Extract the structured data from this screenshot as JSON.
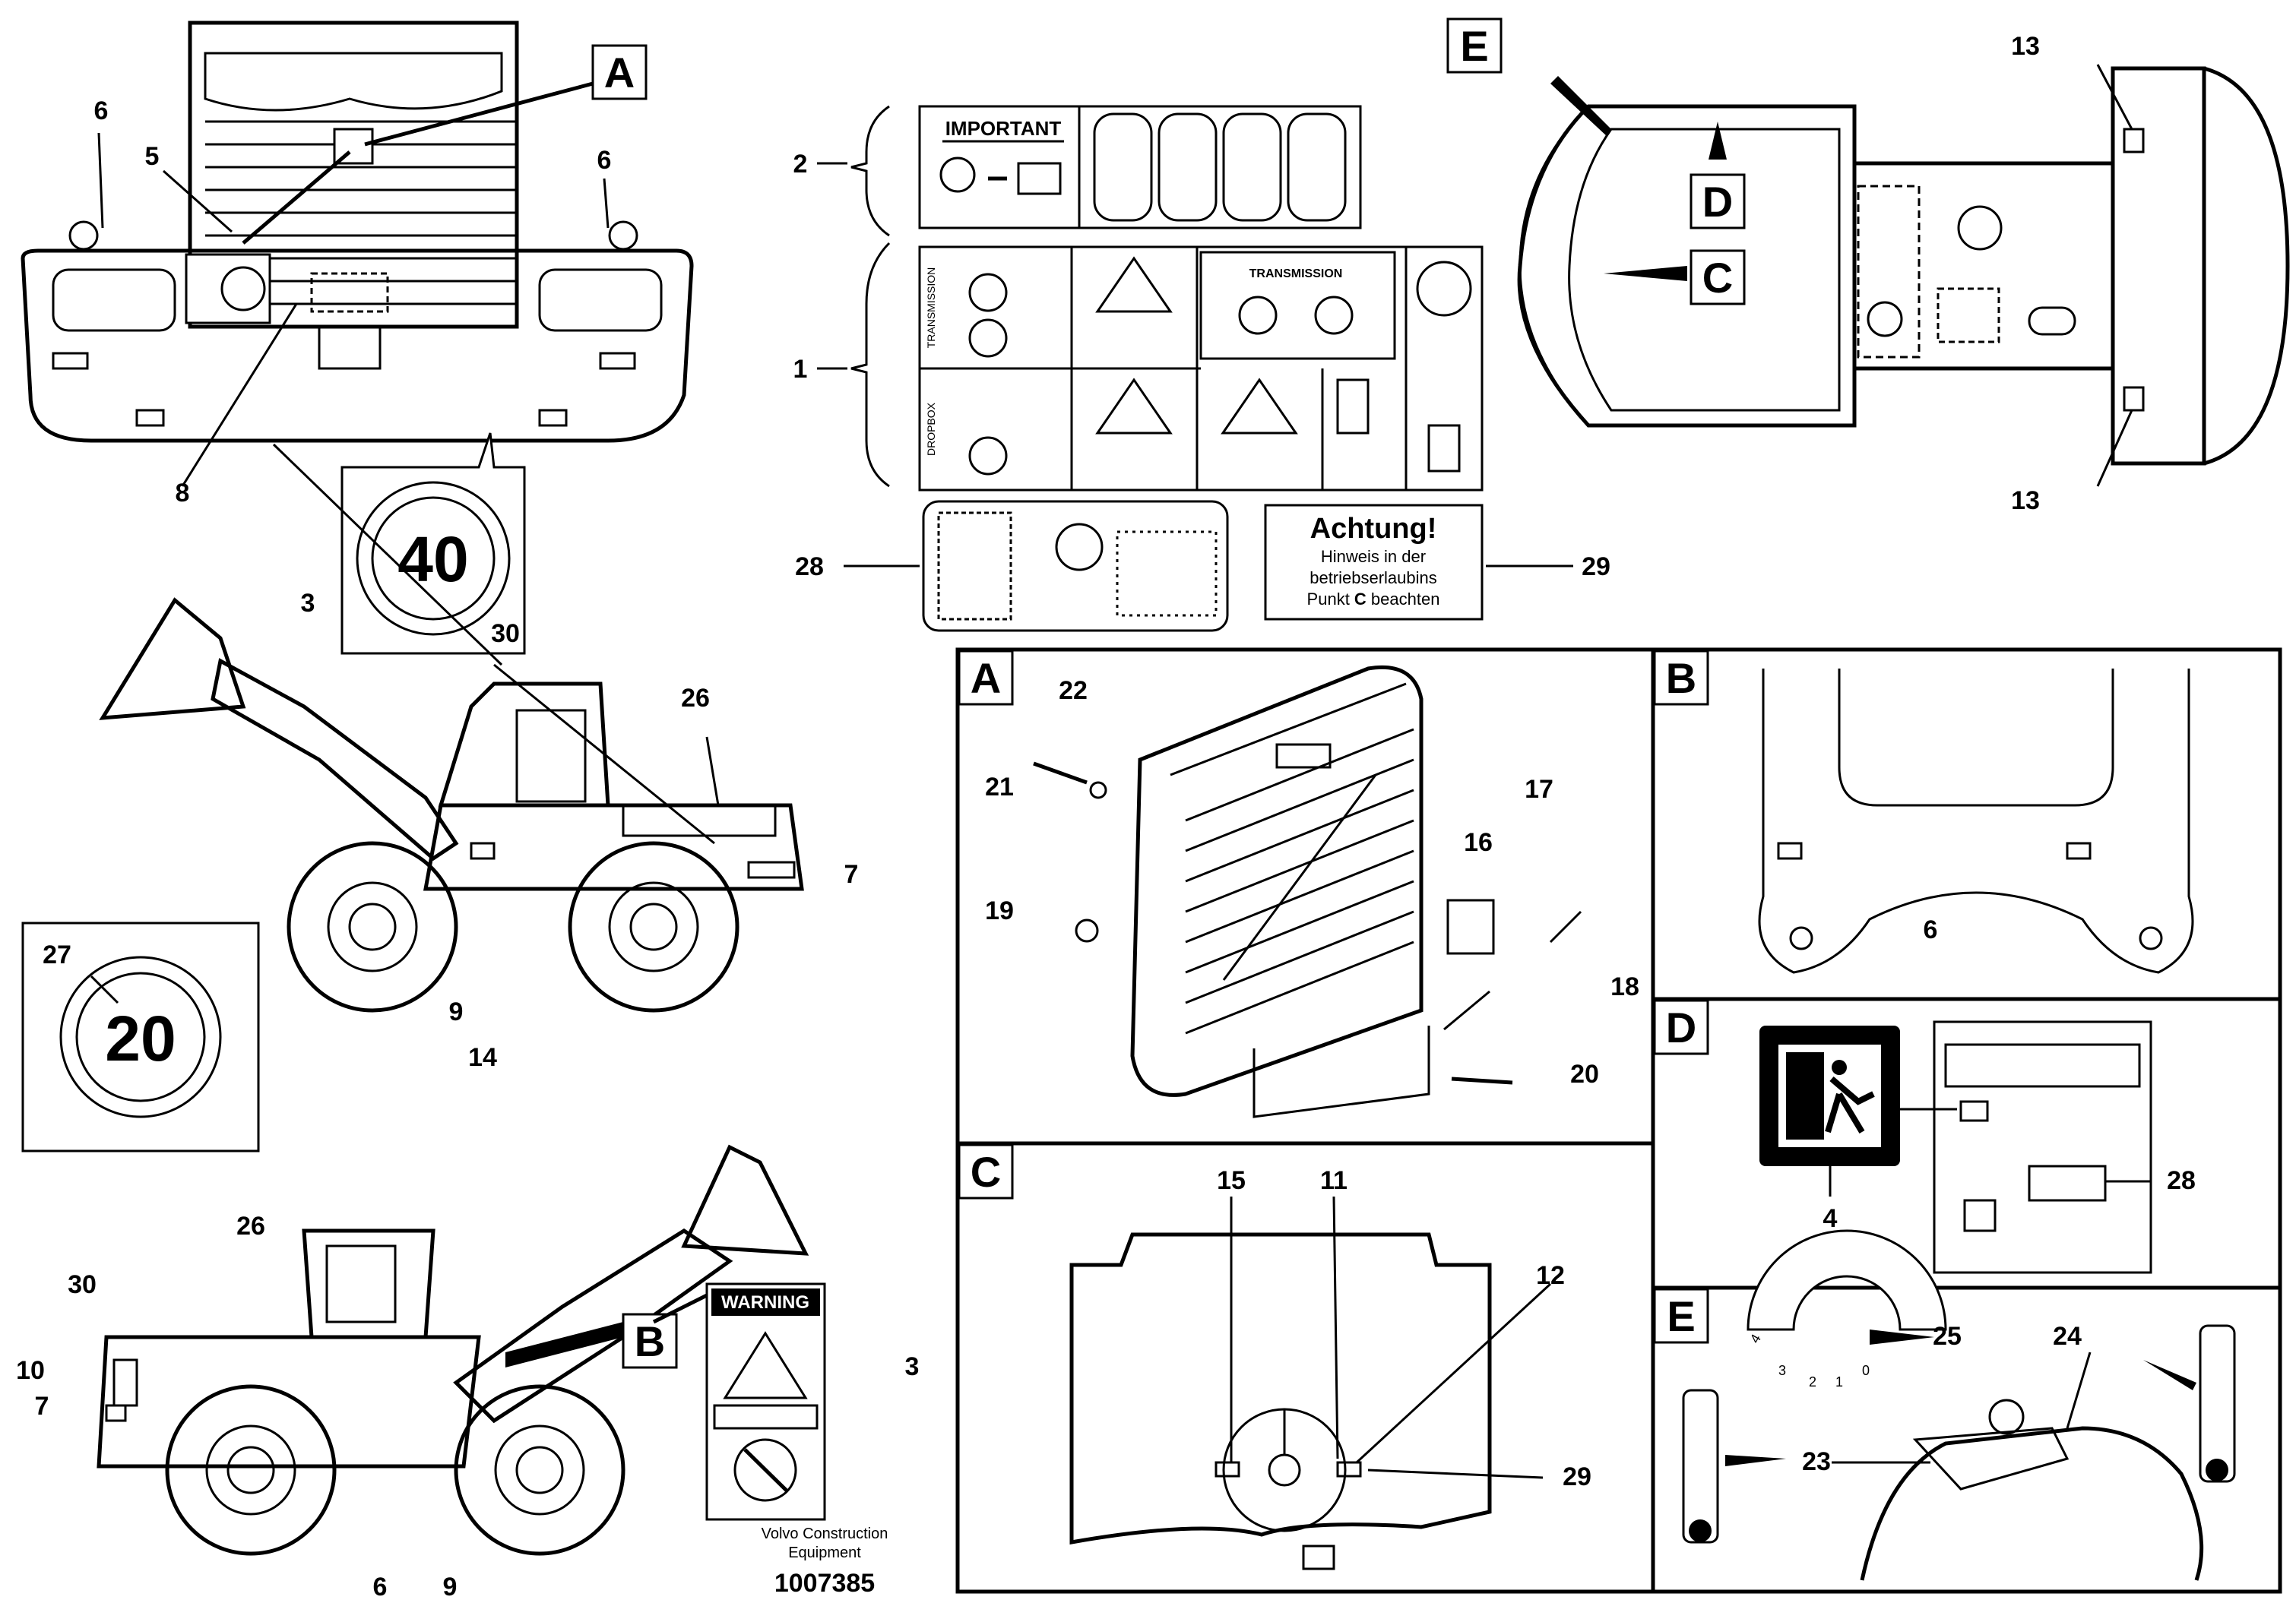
{
  "callouts": {
    "n1": "1",
    "n2": "2",
    "n3": "3",
    "n4": "4",
    "n5": "5",
    "n6": "6",
    "n7": "7",
    "n8": "8",
    "n9": "9",
    "n10": "10",
    "n11": "11",
    "n12": "12",
    "n13": "13",
    "n14": "14",
    "n15": "15",
    "n16": "16",
    "n17": "17",
    "n18": "18",
    "n19": "19",
    "n20": "20",
    "n21": "21",
    "n22": "22",
    "n23": "23",
    "n24": "24",
    "n25": "25",
    "n26": "26",
    "n27": "27",
    "n28": "28",
    "n29": "29",
    "n30": "30"
  },
  "detail_letters": {
    "a": "A",
    "b": "B",
    "c": "C",
    "d": "D",
    "e": "E"
  },
  "speed_signs": {
    "sign30": "40",
    "sign27": "20"
  },
  "decal_important": {
    "title": "IMPORTANT"
  },
  "decal_transmission": {
    "side_transmission": "TRANSMISSION",
    "side_dropbox": "DROPBOX",
    "panel_title": "TRANSMISSION"
  },
  "decal_achtung": {
    "title": "Achtung!",
    "line1": "Hinweis in der",
    "line2": "betriebserlaubins",
    "line3_pre": "Punkt ",
    "line3_bold": "C",
    "line3_post": " beachten"
  },
  "decal_warning": {
    "title": "WARNING"
  },
  "dial_scale": {
    "t4": "4",
    "t3": "3",
    "t2": "2",
    "t1": "1",
    "t0": "0"
  },
  "footer": {
    "brand_line1": "Volvo Construction",
    "brand_line2": "Equipment",
    "drawing_number": "1007385"
  },
  "colors": {
    "ink": "#000000",
    "paper": "#ffffff",
    "shade": "#dddddd"
  }
}
